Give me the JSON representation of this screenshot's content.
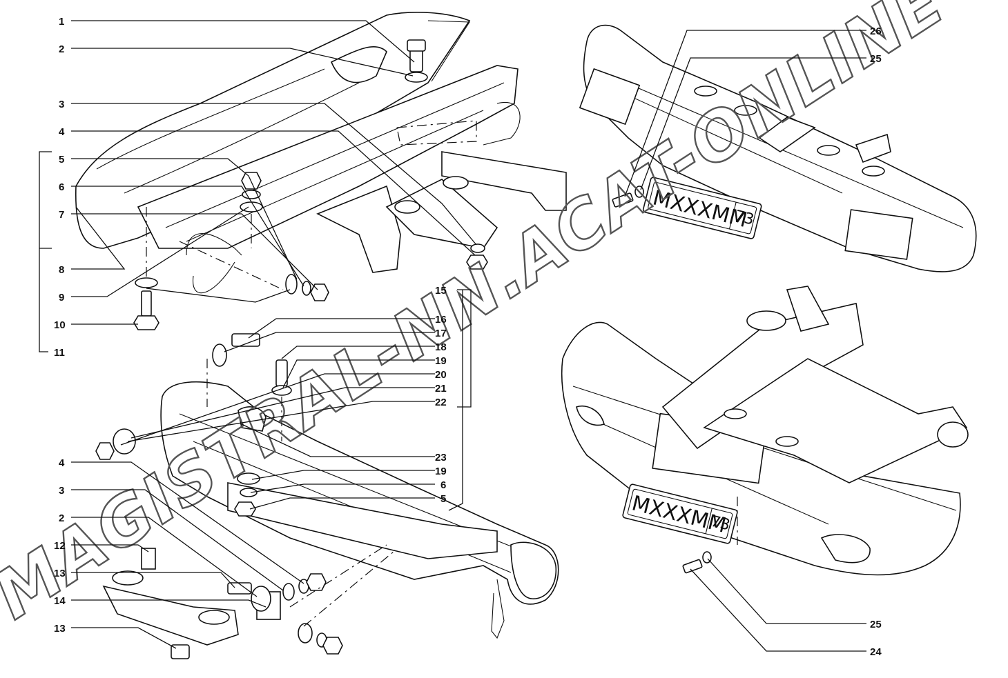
{
  "watermark": "MAGISTRAL-NN.ACAT-ONLINE",
  "plates": {
    "rear": {
      "number": "MXXXMM",
      "region": "73"
    },
    "front": {
      "number": "MXXXMM",
      "region": "73"
    }
  },
  "callouts": [
    {
      "id": "c1",
      "label": "1"
    },
    {
      "id": "c2a",
      "label": "2"
    },
    {
      "id": "c3a",
      "label": "3"
    },
    {
      "id": "c4a",
      "label": "4"
    },
    {
      "id": "c5a",
      "label": "5"
    },
    {
      "id": "c6a",
      "label": "6"
    },
    {
      "id": "c7",
      "label": "7"
    },
    {
      "id": "c8",
      "label": "8"
    },
    {
      "id": "c9",
      "label": "9"
    },
    {
      "id": "c10",
      "label": "10"
    },
    {
      "id": "c11",
      "label": "11"
    },
    {
      "id": "c4b",
      "label": "4"
    },
    {
      "id": "c3b",
      "label": "3"
    },
    {
      "id": "c2b",
      "label": "2"
    },
    {
      "id": "c12",
      "label": "12"
    },
    {
      "id": "c13a",
      "label": "13"
    },
    {
      "id": "c14",
      "label": "14"
    },
    {
      "id": "c13b",
      "label": "13"
    },
    {
      "id": "c15",
      "label": "15"
    },
    {
      "id": "c16",
      "label": "16"
    },
    {
      "id": "c17",
      "label": "17"
    },
    {
      "id": "c18",
      "label": "18"
    },
    {
      "id": "c19a",
      "label": "19"
    },
    {
      "id": "c20",
      "label": "20"
    },
    {
      "id": "c21",
      "label": "21"
    },
    {
      "id": "c22",
      "label": "22"
    },
    {
      "id": "c23",
      "label": "23"
    },
    {
      "id": "c19b",
      "label": "19"
    },
    {
      "id": "c6b",
      "label": "6"
    },
    {
      "id": "c5b",
      "label": "5"
    },
    {
      "id": "c26",
      "label": "26"
    },
    {
      "id": "c25a",
      "label": "25"
    },
    {
      "id": "c25b",
      "label": "25"
    },
    {
      "id": "c24",
      "label": "24"
    }
  ]
}
